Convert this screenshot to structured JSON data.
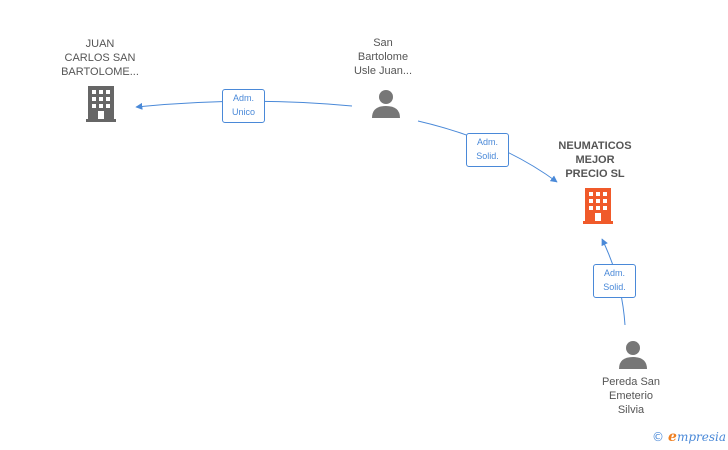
{
  "colors": {
    "edge": "#4a89d8",
    "company": "#666666",
    "company_main": "#f05a2a",
    "person": "#777777",
    "label": "#555555"
  },
  "nodes": {
    "juan_carlos": {
      "type": "company",
      "lines": [
        "JUAN",
        "CARLOS SAN",
        "BARTOLOME..."
      ]
    },
    "san_bartolome": {
      "type": "person",
      "lines": [
        "San",
        "Bartolome",
        "Usle Juan..."
      ]
    },
    "neumaticos": {
      "type": "company-main",
      "lines": [
        "NEUMATICOS",
        "MEJOR",
        "PRECIO SL"
      ]
    },
    "pereda": {
      "type": "person",
      "lines": [
        "Pereda San",
        "Emeterio",
        "Silvia"
      ]
    }
  },
  "edges": [
    {
      "from": "san_bartolome",
      "to": "juan_carlos",
      "lines": [
        "Adm.",
        "Unico"
      ]
    },
    {
      "from": "san_bartolome",
      "to": "neumaticos",
      "lines": [
        "Adm.",
        "Solid."
      ]
    },
    {
      "from": "pereda",
      "to": "neumaticos",
      "lines": [
        "Adm.",
        "Solid."
      ]
    }
  ],
  "footer": {
    "copyright": "©",
    "brand_initial": "e",
    "brand_rest": "mpresia"
  }
}
